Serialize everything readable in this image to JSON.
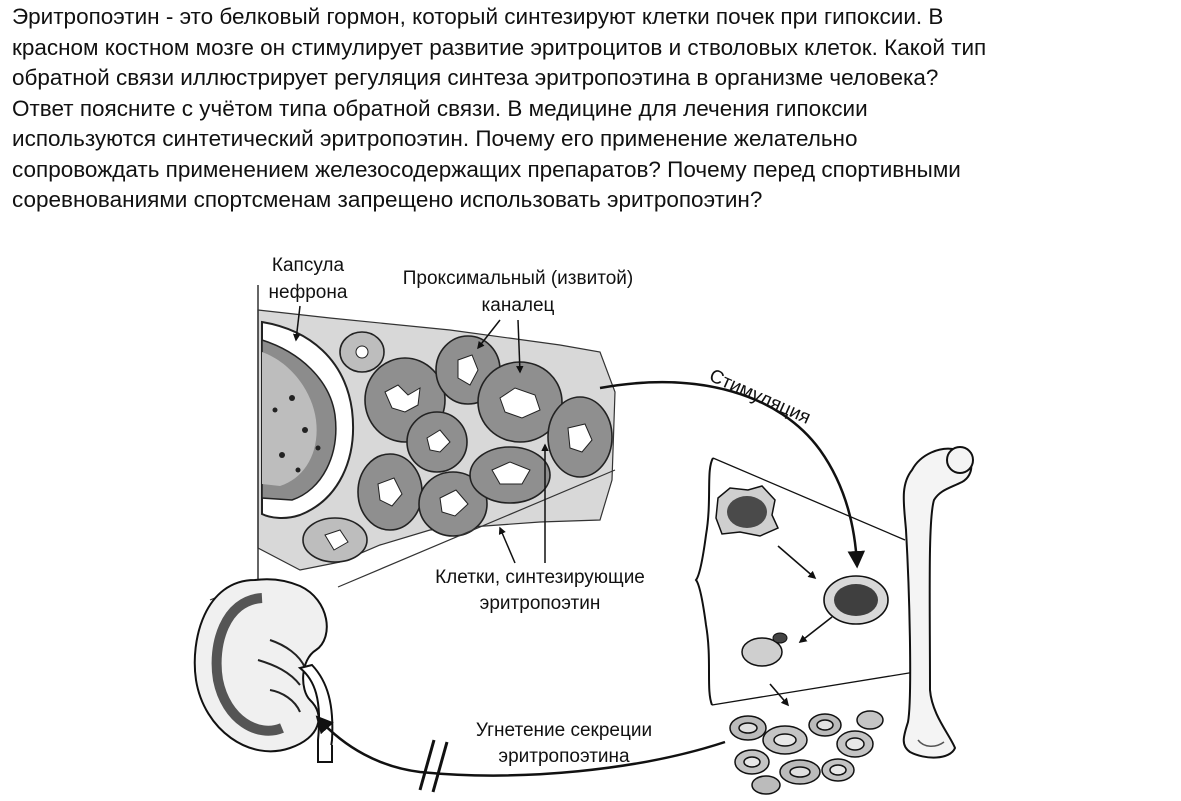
{
  "question": {
    "lines": [
      "Эритропоэтин - это белковый гормон, который синтезируют клетки почек при гипоксии. В",
      "красном костном мозге он стимулирует развитие эритроцитов и стволовых клеток. Какой тип",
      "обратной связи иллюстрирует регуляция синтеза эритропоэтина в организме человека?",
      "Ответ поясните с учётом типа обратной связи. В медицине для лечения гипоксии",
      "используются синтетический эритропоэтин. Почему его применение желательно",
      "сопровождать применением железосодержащих препаратов? Почему перед спортивными",
      "соревнованиями спортсменам запрещено использовать эритропоэтин?"
    ]
  },
  "diagram": {
    "labels": {
      "capsule_1": "Капсула",
      "capsule_2": "нефрона",
      "tubule_1": "Проксимальный (извитой)",
      "tubule_2": "каналец",
      "cells_1": "Клетки, синтезирующие",
      "cells_2": "эритропоэтин",
      "stimulation": "Стимуляция",
      "inhibition_1": "Угнетение секреции",
      "inhibition_2": "эритропоэтина"
    }
  }
}
